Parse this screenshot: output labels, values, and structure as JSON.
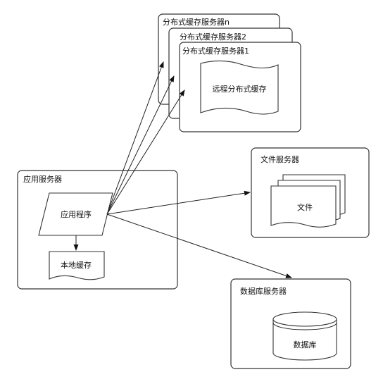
{
  "remote_cache_servers": {
    "labels": [
      "分布式缓存服务器n",
      "分布式缓存服务器2",
      "分布式缓存服务器1"
    ],
    "content": "远程分布式缓存"
  },
  "file_server": {
    "title": "文件服务器",
    "content": "文件"
  },
  "app_server": {
    "title": "应用服务器",
    "app": "应用程序",
    "local_cache": "本地缓存"
  },
  "db_server": {
    "title": "数据库服务器",
    "content": "数据库"
  }
}
